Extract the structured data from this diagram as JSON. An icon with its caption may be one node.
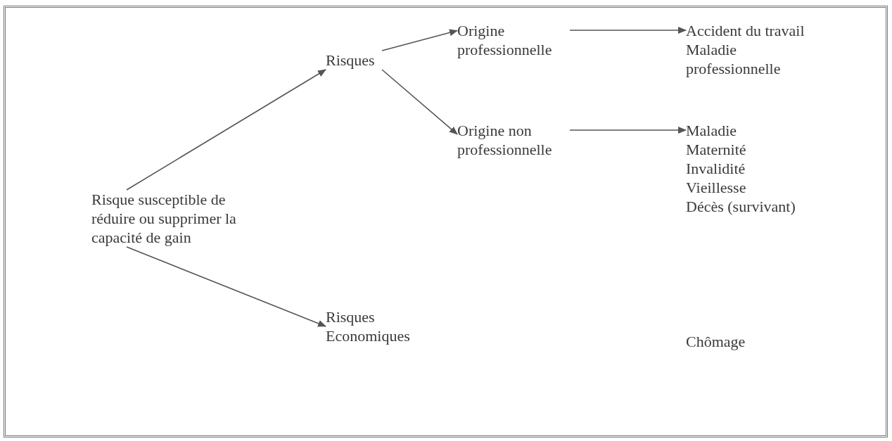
{
  "diagram": {
    "nodes": [
      {
        "text": [
          "Risque susceptible de réduire ou supprimer la capacité de gain"
        ]
      },
      {
        "text": [
          "Risques"
        ]
      },
      {
        "text": [
          "Origine professionnelle"
        ]
      },
      {
        "text": [
          "Origine non professionnelle"
        ]
      },
      {
        "text": [
          "Accident du travail",
          "Maladie professionnelle"
        ]
      },
      {
        "text": [
          "Maladie",
          "Maternité",
          "Invalidité",
          "Vieillesse",
          "Décès (survivant)"
        ]
      },
      {
        "text": [
          "Risques Economiques"
        ]
      }
    ],
    "edges": [
      {
        "from": 0,
        "to": 1,
        "arrow": "to"
      },
      {
        "from": 1,
        "to": 2,
        "arrow": "to"
      },
      {
        "from": 1,
        "to": 3,
        "arrow": "to"
      },
      {
        "from": 2,
        "to": 4,
        "arrow": "to"
      },
      {
        "from": 3,
        "to": 5,
        "arrow": "to"
      },
      {
        "from": 0,
        "to": 6,
        "arrow": "to"
      }
    ],
    "labels": [
      "Chômage"
    ]
  }
}
